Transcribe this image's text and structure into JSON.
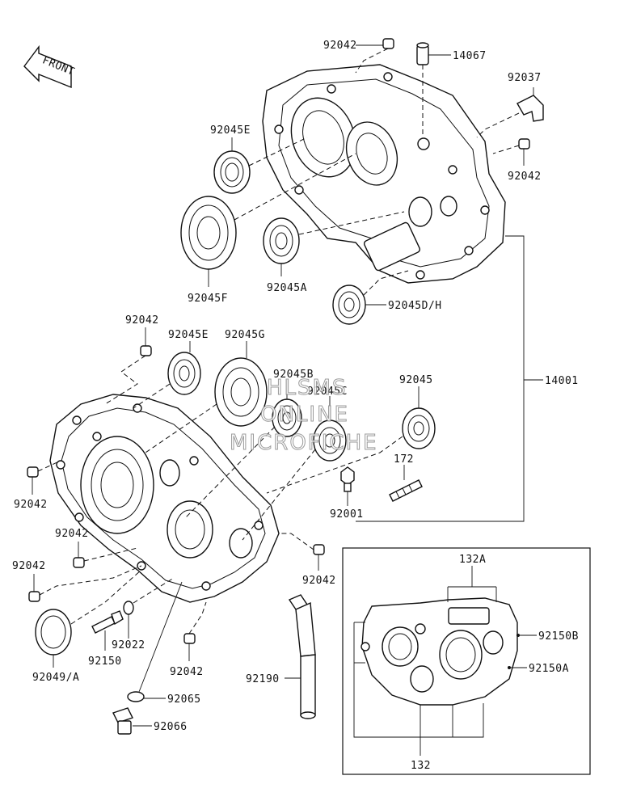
{
  "front_badge": "FRONT",
  "watermark": {
    "line1": "HLSMS",
    "line2": "ONLINE",
    "line3": "MICROFICHE"
  },
  "parts": {
    "p92042_top": "92042",
    "p14067": "14067",
    "p92037": "92037",
    "p92042_right": "92042",
    "p92045E_top": "92045E",
    "p92045F": "92045F",
    "p92045A": "92045A",
    "p92045DH": "92045D/H",
    "p14001": "14001",
    "p92042_left_top": "92042",
    "p92045E_mid": "92045E",
    "p92045G": "92045G",
    "p92045B": "92045B",
    "p92045C": "92045C",
    "p92045": "92045",
    "p172": "172",
    "p92001": "92001",
    "p92042_left1": "92042",
    "p92042_left2": "92042",
    "p92042_left3": "92042",
    "p92042_center": "92042",
    "p92042_bottom": "92042",
    "p92049A": "92049/A",
    "p92150": "92150",
    "p92022": "92022",
    "p92065": "92065",
    "p92066": "92066",
    "p92190": "92190",
    "p132A": "132A",
    "p92150B": "92150B",
    "p92150A": "92150A",
    "p132": "132"
  }
}
